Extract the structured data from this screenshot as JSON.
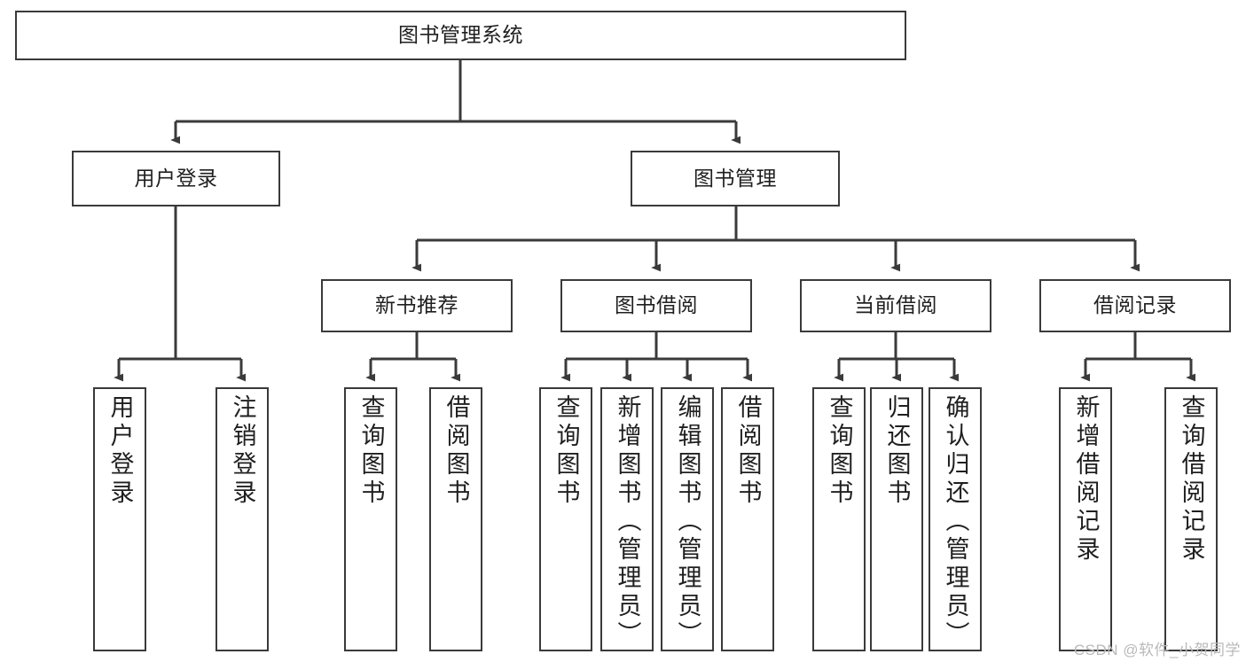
{
  "diagram": {
    "title": "图书管理系统",
    "type": "tree-hierarchy-chart",
    "root": {
      "label": "图书管理系统"
    },
    "level2": [
      {
        "label": "用户登录"
      },
      {
        "label": "图书管理"
      }
    ],
    "level3": [
      {
        "label": "新书推荐"
      },
      {
        "label": "图书借阅"
      },
      {
        "label": "当前借阅"
      },
      {
        "label": "借阅记录"
      }
    ],
    "leaves": {
      "user_login": [
        {
          "label": "用户登录"
        },
        {
          "label": "注销登录"
        }
      ],
      "new_book_recommend": [
        {
          "label": "查询图书"
        },
        {
          "label": "借阅图书"
        }
      ],
      "book_borrow": [
        {
          "label": "查询图书"
        },
        {
          "label": "新增图书（管理员）"
        },
        {
          "label": "编辑图书（管理员）"
        },
        {
          "label": "借阅图书"
        }
      ],
      "current_borrow": [
        {
          "label": "查询图书"
        },
        {
          "label": "归还图书"
        },
        {
          "label": "确认归还（管理员）"
        }
      ],
      "borrow_records": [
        {
          "label": "新增借阅记录"
        },
        {
          "label": "查询借阅记录"
        }
      ]
    }
  },
  "watermark": {
    "text": "CSDN @软件_小贺同学"
  },
  "colors": {
    "stroke": "#3a3a3a",
    "fill": "#ffffff",
    "text": "#1f1f1f",
    "watermark": "#b9b9b9"
  }
}
